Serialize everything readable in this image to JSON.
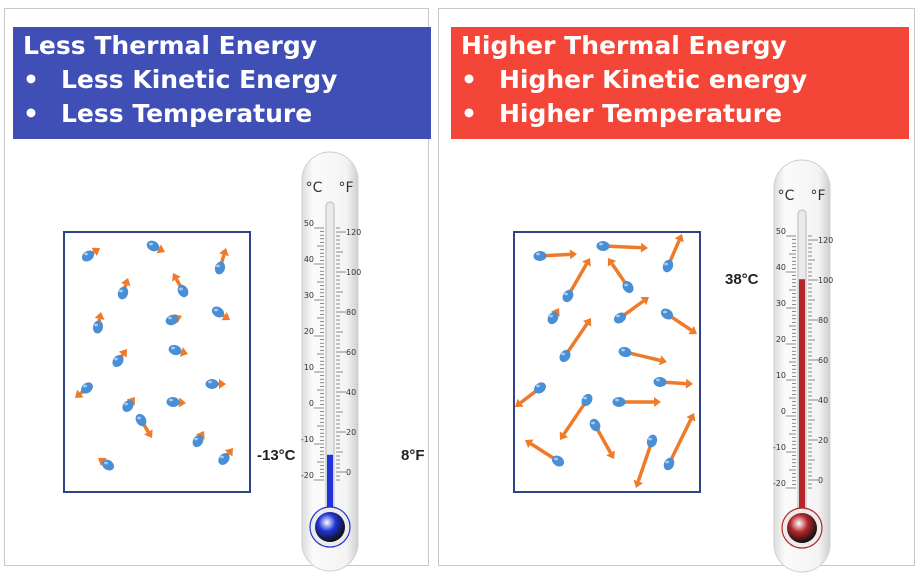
{
  "left_panel": {
    "title": "Less Thermal Energy",
    "bullets": [
      "Less Kinetic Energy",
      "Less Temperature"
    ],
    "bullet_glyph": "•",
    "header_color": "#3f4fb5",
    "temp_celsius_label": "-13°C",
    "temp_fahrenheit_label": "8°F",
    "mercury_color": "#1f33d6",
    "mercury_level_celsius": -13
  },
  "right_panel": {
    "title": "Higher Thermal Energy",
    "bullets": [
      "Higher Kinetic energy",
      "Higher Temperature"
    ],
    "bullet_glyph": "•",
    "header_color": "#f34638",
    "temp_celsius_label": "38°C",
    "mercury_color": "#b3262b",
    "mercury_level_celsius": 38
  },
  "thermometer": {
    "unit_c": "°C",
    "unit_f": "°F",
    "celsius_ticks": [
      "50",
      "40",
      "30",
      "20",
      "10",
      "0",
      "-10",
      "-20"
    ],
    "fahrenheit_ticks": [
      "120",
      "100",
      "80",
      "60",
      "40",
      "20",
      "0"
    ]
  },
  "colors": {
    "particle": "#4a8fd6",
    "arrow": "#ef7a2a",
    "box_border": "#2f4488"
  }
}
